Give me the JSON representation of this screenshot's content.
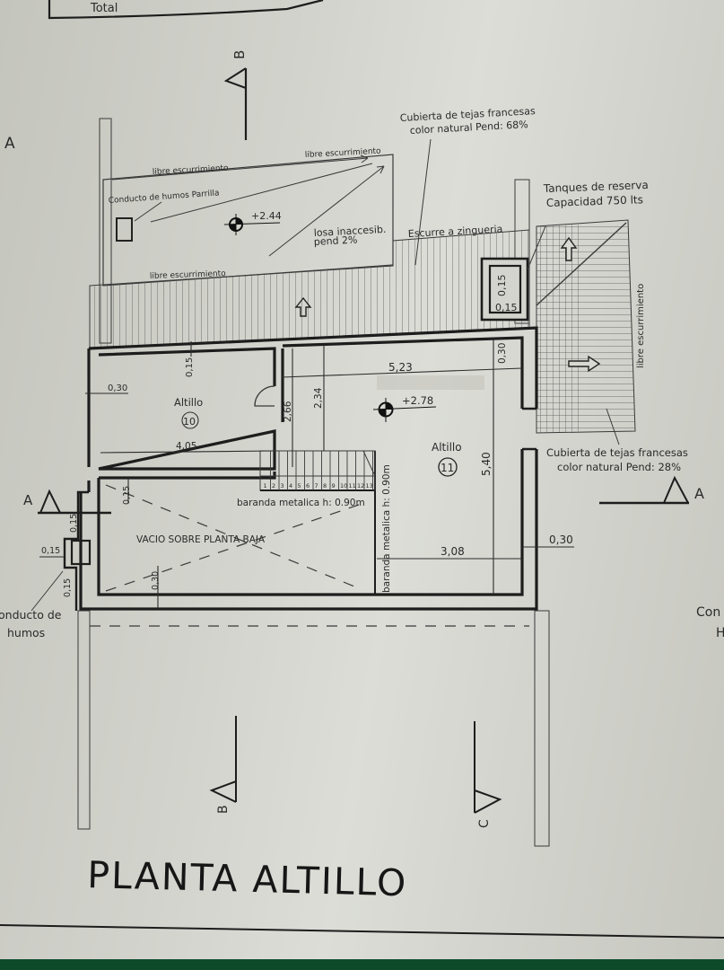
{
  "sheet": {
    "title": "PLANTA ALTILLO",
    "top_table_label": "Total"
  },
  "section_markers": {
    "a_left_top": "A",
    "a_left": "A",
    "a_right": "A",
    "b_top": "B",
    "b_bottom": "B",
    "c_bottom": "C"
  },
  "annotations": {
    "cubierta_top_line1": "Cubierta de tejas francesas",
    "cubierta_top_line2": "color natural Pend: 68%",
    "tanques_line1": "Tanques de reserva",
    "tanques_line2": "Capacidad 750 lts",
    "cubierta_right_line1": "Cubierta de tejas francesas",
    "cubierta_right_line2": "color natural Pend: 28%",
    "libre_escurrimiento_1": "libre escurrimiento",
    "libre_escurrimiento_2": "libre escurrimiento",
    "libre_escurrimiento_3": "libre escurrimiento",
    "libre_escurrimiento_right": "libre escurrimiento",
    "conducto_parrilla": "Conducto de humos Parrilla",
    "losa_line1": "losa inaccesib.",
    "losa_line2": "pend 2%",
    "escurre": "Escurre a zingueria",
    "vacio": "VACIO SOBRE PLANTA BAJA",
    "baranda_h": "baranda metalica h: 0.90m",
    "baranda_v": "baranda metalica h: 0.90m",
    "conducto_left_line1": "onducto de",
    "conducto_left_line2": "humos",
    "right_cut_line1": "Con",
    "right_cut_line2": "H"
  },
  "levels": {
    "losa": "+2.44",
    "altillo": "+2.78"
  },
  "rooms": [
    {
      "name": "Altillo",
      "number": "10"
    },
    {
      "name": "Altillo",
      "number": "11"
    }
  ],
  "dimensions": {
    "r10_wall_top": "0,15",
    "r10_wall_left": "0,30",
    "r10_width": "4,05",
    "h_266": "2,66",
    "h_234": "2,34",
    "r11_width": "5,23",
    "r11_wall_right": "0,30",
    "r11_depth": "5,40",
    "r11_bottom": "3,08",
    "r11_wall_ext": "0,30",
    "tank_v": "0,15",
    "tank_h": "0,15",
    "vacio_top": "0,15",
    "vacio_bottom": "0,30",
    "duct_top": "0,15",
    "duct_left": "0,15",
    "duct_bottom": "0,15"
  },
  "stairs": {
    "steps": [
      "1",
      "2",
      "3",
      "4",
      "5",
      "6",
      "7",
      "8",
      "9",
      "10",
      "11",
      "12",
      "13"
    ]
  },
  "colors": {
    "paper": "#d2d3cc",
    "ink": "#1d1d1d"
  }
}
